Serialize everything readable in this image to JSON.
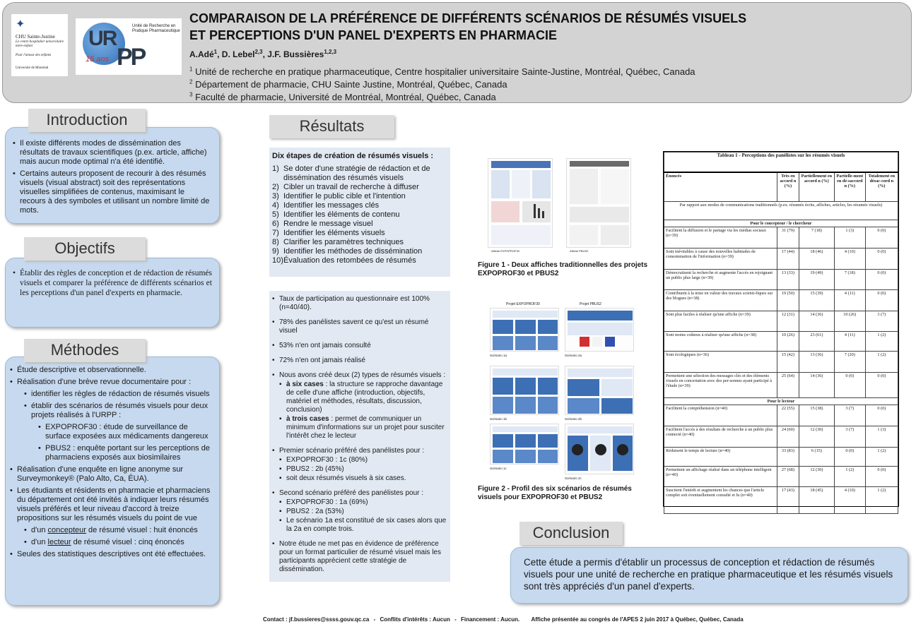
{
  "header": {
    "title_line1": "COMPARAISON DE LA PRÉFÉRENCE DE DIFFÉRENTS SCÉNARIOS DE RÉSUMÉS VISUELS",
    "title_line2": "ET PERCEPTIONS D'UN PANEL D'EXPERTS EN PHARMACIE",
    "authors": [
      {
        "name": "A.Adé",
        "sup": "1"
      },
      {
        "name": "D. Lebel",
        "sup": "2,3"
      },
      {
        "name": "J.F. Bussières",
        "sup": "1,2,3"
      }
    ],
    "affiliations": [
      {
        "sup": "1",
        "text": "Unité de recherche en pratique pharmaceutique, Centre hospitalier universitaire Sainte-Justine, Montréal, Québec, Canada"
      },
      {
        "sup": "2",
        "text": "Département de pharmacie, CHU Sainte Justine, Montréal, Québec, Canada"
      },
      {
        "sup": "3",
        "text": "Faculté de pharmacie, Université de Montréal, Montréal, Québec, Canada"
      }
    ]
  },
  "logos": {
    "chu": {
      "name": "CHU Sainte-Justine",
      "tag1": "Le centre hospitalier universitaire mère-enfant",
      "tag2": "Pour l'amour des enfants",
      "univ": "Université de Montréal"
    },
    "urpp": {
      "ur": "UR",
      "pp": "PP",
      "ans": "15 ans",
      "unit": "Unité de Recherche en Pratique Pharmaceutique"
    }
  },
  "sections": {
    "introduction": {
      "heading": "Introduction",
      "bullets": [
        "Il existe différents modes de dissémination des résultats de travaux scientifiques (p.ex. article, affiche) mais aucun mode optimal n'a été identifié.",
        "Certains auteurs proposent de recourir à des résumés visuels (visual abstract) soit des représentations visuelles simplifiées de contenus, maximisant le recours à des symboles et utilisant un nombre limité de mots."
      ]
    },
    "objectifs": {
      "heading": "Objectifs",
      "bullets": [
        "Établir des règles de conception et de rédaction de résumés visuels et comparer la préférence de différents scénarios et les perceptions d'un panel d'experts en pharmacie."
      ]
    },
    "methodes": {
      "heading": "Méthodes",
      "b1": "Étude descriptive et observationnelle.",
      "b2": "Réalisation d'une brève revue documentaire pour :",
      "b2a": "identifier les règles de rédaction de résumés visuels",
      "b2b": "établir des scénarios de résumés visuels pour deux projets réalisés à l'URPP :",
      "b2b1": "EXPOPROF30 : étude de surveillance de surface exposées aux médicaments dangereux",
      "b2b2": "PBUS2 : enquête portant sur les perceptions de pharmaciens exposés aux biosimilaires",
      "b3": "Réalisation d'une enquête en ligne anonyme sur Surveymonkey® (Palo Alto, Ca, ÉUA).",
      "b4": "Les étudiants  et résidents en pharmacie et pharmaciens du département ont été invités à indiquer leurs résumés visuels préférés et leur niveau d'accord à treize propositions sur les résumés visuels du point de vue",
      "b4a_pre": "d'un ",
      "b4a_u": "concepteur",
      "b4a_post": " de résumé visuel : huit énoncés",
      "b4b_pre": "d'un ",
      "b4b_u": "lecteur",
      "b4b_post": " de résumé visuel : cinq énoncés",
      "b5": "Seules des statistiques descriptives ont été effectuées."
    },
    "resultats": {
      "heading": "Résultats",
      "steps_title": "Dix étapes de création de résumés visuels :",
      "steps": [
        {
          "n": "1)",
          "t": "Se doter d'une stratégie de rédaction et de dissémination des résumés visuels"
        },
        {
          "n": "2)",
          "t": "Cibler un travail de recherche à diffuser"
        },
        {
          "n": "3)",
          "t": "Identifier le public cible et l'intention"
        },
        {
          "n": "4)",
          "t": "Identifier les messages clés"
        },
        {
          "n": "5)",
          "t": "Identifier les éléments de contenu"
        },
        {
          "n": "6)",
          "t": "Rendre le message visuel"
        },
        {
          "n": "7)",
          "t": "Identifier les éléments visuels"
        },
        {
          "n": "8)",
          "t": "Clarifier les paramètres techniques"
        },
        {
          "n": "9)",
          "t": "Identifier les méthodes de dissémination"
        },
        {
          "n": "10)",
          "t": "Évaluation des retombées de résumés"
        }
      ],
      "r1": "Taux de participation au questionnaire est 100% (n=40/40).",
      "r2": "78% des panélistes savent ce qu'est un résumé visuel",
      "r3": "53% n'en ont jamais consulté",
      "r4": "72% n'en ont jamais réalisé",
      "r5": "Nous avons créé deux (2) types de résumés visuels :",
      "r5a_b": "à six cases",
      "r5a": " : la structure se rapproche davantage de celle d'une affiche (introduction, objectifs, matériel et méthodes, résultats, discussion, conclusion)",
      "r5b_b": "à trois cases",
      "r5b": " : permet de communiquer un minimum d'informations sur un projet pour susciter l'intérêt chez le lecteur",
      "r6": "Premier scénario préféré des panélistes pour :",
      "r6a": "EXPOPROF30 : 1c (80%)",
      "r6b": "PBUS2 : 2b (45%)",
      "r6c": "soit deux résumés visuels à six cases.",
      "r7": "Second scénario préféré des panélistes pour :",
      "r7a": "EXPOPROF30 : 1a (69%)",
      "r7b": "PBUS2 : 2a (53%)",
      "r7c": "Le scénario 1a est constitué de six cases alors que la 2a en compte trois.",
      "r8": "Notre étude ne met pas en évidence de préférence pour un format particulier de résumé visuel mais les participants apprécient cette stratégie de dissémination."
    },
    "conclusion": {
      "heading": "Conclusion",
      "text": "Cette étude a permis d'établir un processus de conception et rédaction de résumés visuels pour une unité de recherche en pratique pharmaceutique et les résumés visuels sont très appréciés d'un panel d'experts."
    }
  },
  "figures": {
    "fig1": {
      "caption": "Figure 1 - Deux affiches traditionnelles des projets EXPOPROF30 et PBUS2",
      "label_a": "Affiche EXPOPROF30",
      "label_b": "Affiche PBUS2"
    },
    "fig2": {
      "caption": "Figure 2 - Profil des six scénarios de résumés visuels pour EXPOPROF30 et PBUS2",
      "proj_a": "Projet EXPOPROF30",
      "proj_b": "Projet PBUS2",
      "labels": [
        "Scénario 1a",
        "Scénario 2a",
        "Scénario 1b",
        "Scénario 2b",
        "Scénario 1c",
        "Scénario 2c"
      ]
    }
  },
  "table": {
    "caption": "Tableau 1 - Perceptions des panélistes sur les résumés visuels",
    "headers": [
      "Énoncés",
      "Très en accord n (%)",
      "Partiellement en accord n (%)",
      "Partielle-ment en dé-saccord n (%)",
      "Totalement en désac-cord n (%)"
    ],
    "intro_row": "Par rapport aux modes de communications traditionnels (p.ex. résumés écrits, affiches, articles, les résumés visuels)",
    "group1": "Pour le concepteur / le chercheur",
    "rows1": [
      {
        "label": "Facilitent la diffusion et le partage via les médias sociaux (n=39)",
        "v": [
          "31 (79)",
          "7 (18)",
          "1 (3)",
          "0 (0)"
        ]
      },
      {
        "label": "Sont inévitables à cause des nouvelles habitudes de consommation de l'information (n=39)",
        "v": [
          "17 (44)",
          "18 (46)",
          "4 (10)",
          "0 (0)"
        ]
      },
      {
        "label": "Démocratisent la recherche et augmente l'accès en rejoignant un public plus large (n=39)",
        "v": [
          "13 (33)",
          "19 (49)",
          "7 (18)",
          "0 (0)"
        ]
      },
      {
        "label": "Contribuent à la mise en valeur des travaux scienti-fiques sur des blogues (n=38)",
        "v": [
          "19 (50)",
          "15 (39)",
          "4 (11)",
          "0 (0)"
        ]
      },
      {
        "label": "Sont plus faciles à réaliser qu'une affiche (n=39)",
        "v": [
          "12 (31)",
          "14 (36)",
          "10 (26)",
          "3 (7)"
        ]
      },
      {
        "label": "Sont moins coûteux à réaliser qu'une affiche (n=38)",
        "v": [
          "10 (26)",
          "23 (61)",
          "4 (11)",
          "1 (2)"
        ]
      },
      {
        "label": "Sont écologiques (n=36)",
        "v": [
          "15 (42)",
          "13 (36)",
          "7 (20)",
          "1 (2)"
        ]
      },
      {
        "label": "Permettent une sélection des messages clés et des éléments visuels en concertation avec des per-sonnes ayant participé à l'étude (n=39)",
        "v": [
          "25 (64)",
          "14 (36)",
          "0 (0)",
          "0 (0)"
        ]
      }
    ],
    "group2": "Pour le lecteur",
    "rows2": [
      {
        "label": "Facilitent la compréhension (n=40)",
        "v": [
          "22 (55)",
          "15 (38)",
          "3 (7)",
          "0 (0)"
        ]
      },
      {
        "label": "Facilitent l'accès à des résultats de recherche à un public plus connecté (n=40)",
        "v": [
          "24 (60)",
          "12 (30)",
          "3 (7)",
          "1 (3)"
        ]
      },
      {
        "label": "Réduisent le temps de lecture (n=40)",
        "v": [
          "33 (83)",
          "6 (15)",
          "0 (0)",
          "1 (2)"
        ]
      },
      {
        "label": "Permettent un affichage réalisé dans un téléphone intelligent (n=40)",
        "v": [
          "27 (68)",
          "12 (30)",
          "1 (2)",
          "0 (0)"
        ]
      },
      {
        "label": "Suscitent l'intérêt et augmentent les chances que l'article complet soit éventuellement consulté et lu (n=40)",
        "v": [
          "17 (43)",
          "18 (45)",
          "4 (10)",
          "1 (2)"
        ]
      }
    ]
  },
  "footer": {
    "contact": "Contact : jf.bussieres@ssss.gouv.qc.ca",
    "sep1": " - ",
    "conflicts": "Conflits d'intérêts : Aucun",
    "sep2": " - ",
    "funding": "Financement : Aucun.",
    "presented": "Affiche présentée au congrès de l'APES 2 juin 2017 à Québec, Québec, Canada"
  },
  "colors": {
    "panel_blue": "#c6d9ef",
    "header_gray": "#d3d3d3",
    "results_panel": "#e2e9f3"
  }
}
